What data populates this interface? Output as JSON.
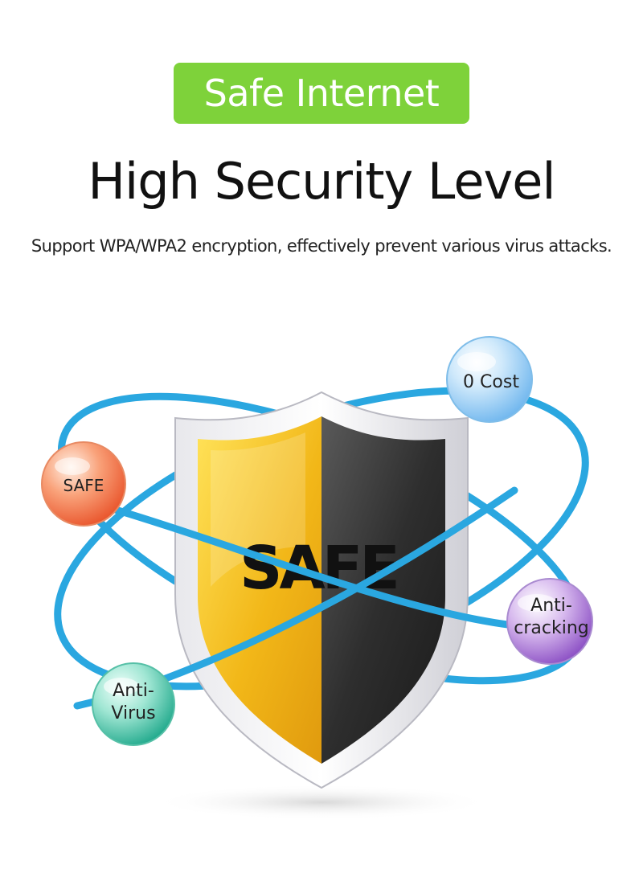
{
  "header": {
    "badge_label": "Safe Internet",
    "title": "High Security Level",
    "subtitle": "Support WPA/WPA2 encryption, effectively prevent various virus attacks."
  },
  "shield": {
    "label": "SAFE"
  },
  "bubbles": {
    "cost": {
      "line1": "0 Cost",
      "icon": "blue-sphere-icon"
    },
    "safe": {
      "line1": "SAFE",
      "icon": "orange-sphere-icon"
    },
    "anti_cracking": {
      "line1": "Anti-",
      "line2": "cracking",
      "icon": "purple-sphere-icon"
    },
    "anti_virus": {
      "line1": "Anti-",
      "line2": "Virus",
      "icon": "green-sphere-icon"
    }
  },
  "colors": {
    "badge_green": "#7ed23a",
    "orbit_blue": "#2aa7e0",
    "shield_gold": "#f2b718",
    "shield_dark": "#2a2a2a",
    "bubble_blue": "#8ecbf5",
    "bubble_orange": "#f07a4a",
    "bubble_purple": "#a26fd0",
    "bubble_green": "#3fc3a6"
  }
}
